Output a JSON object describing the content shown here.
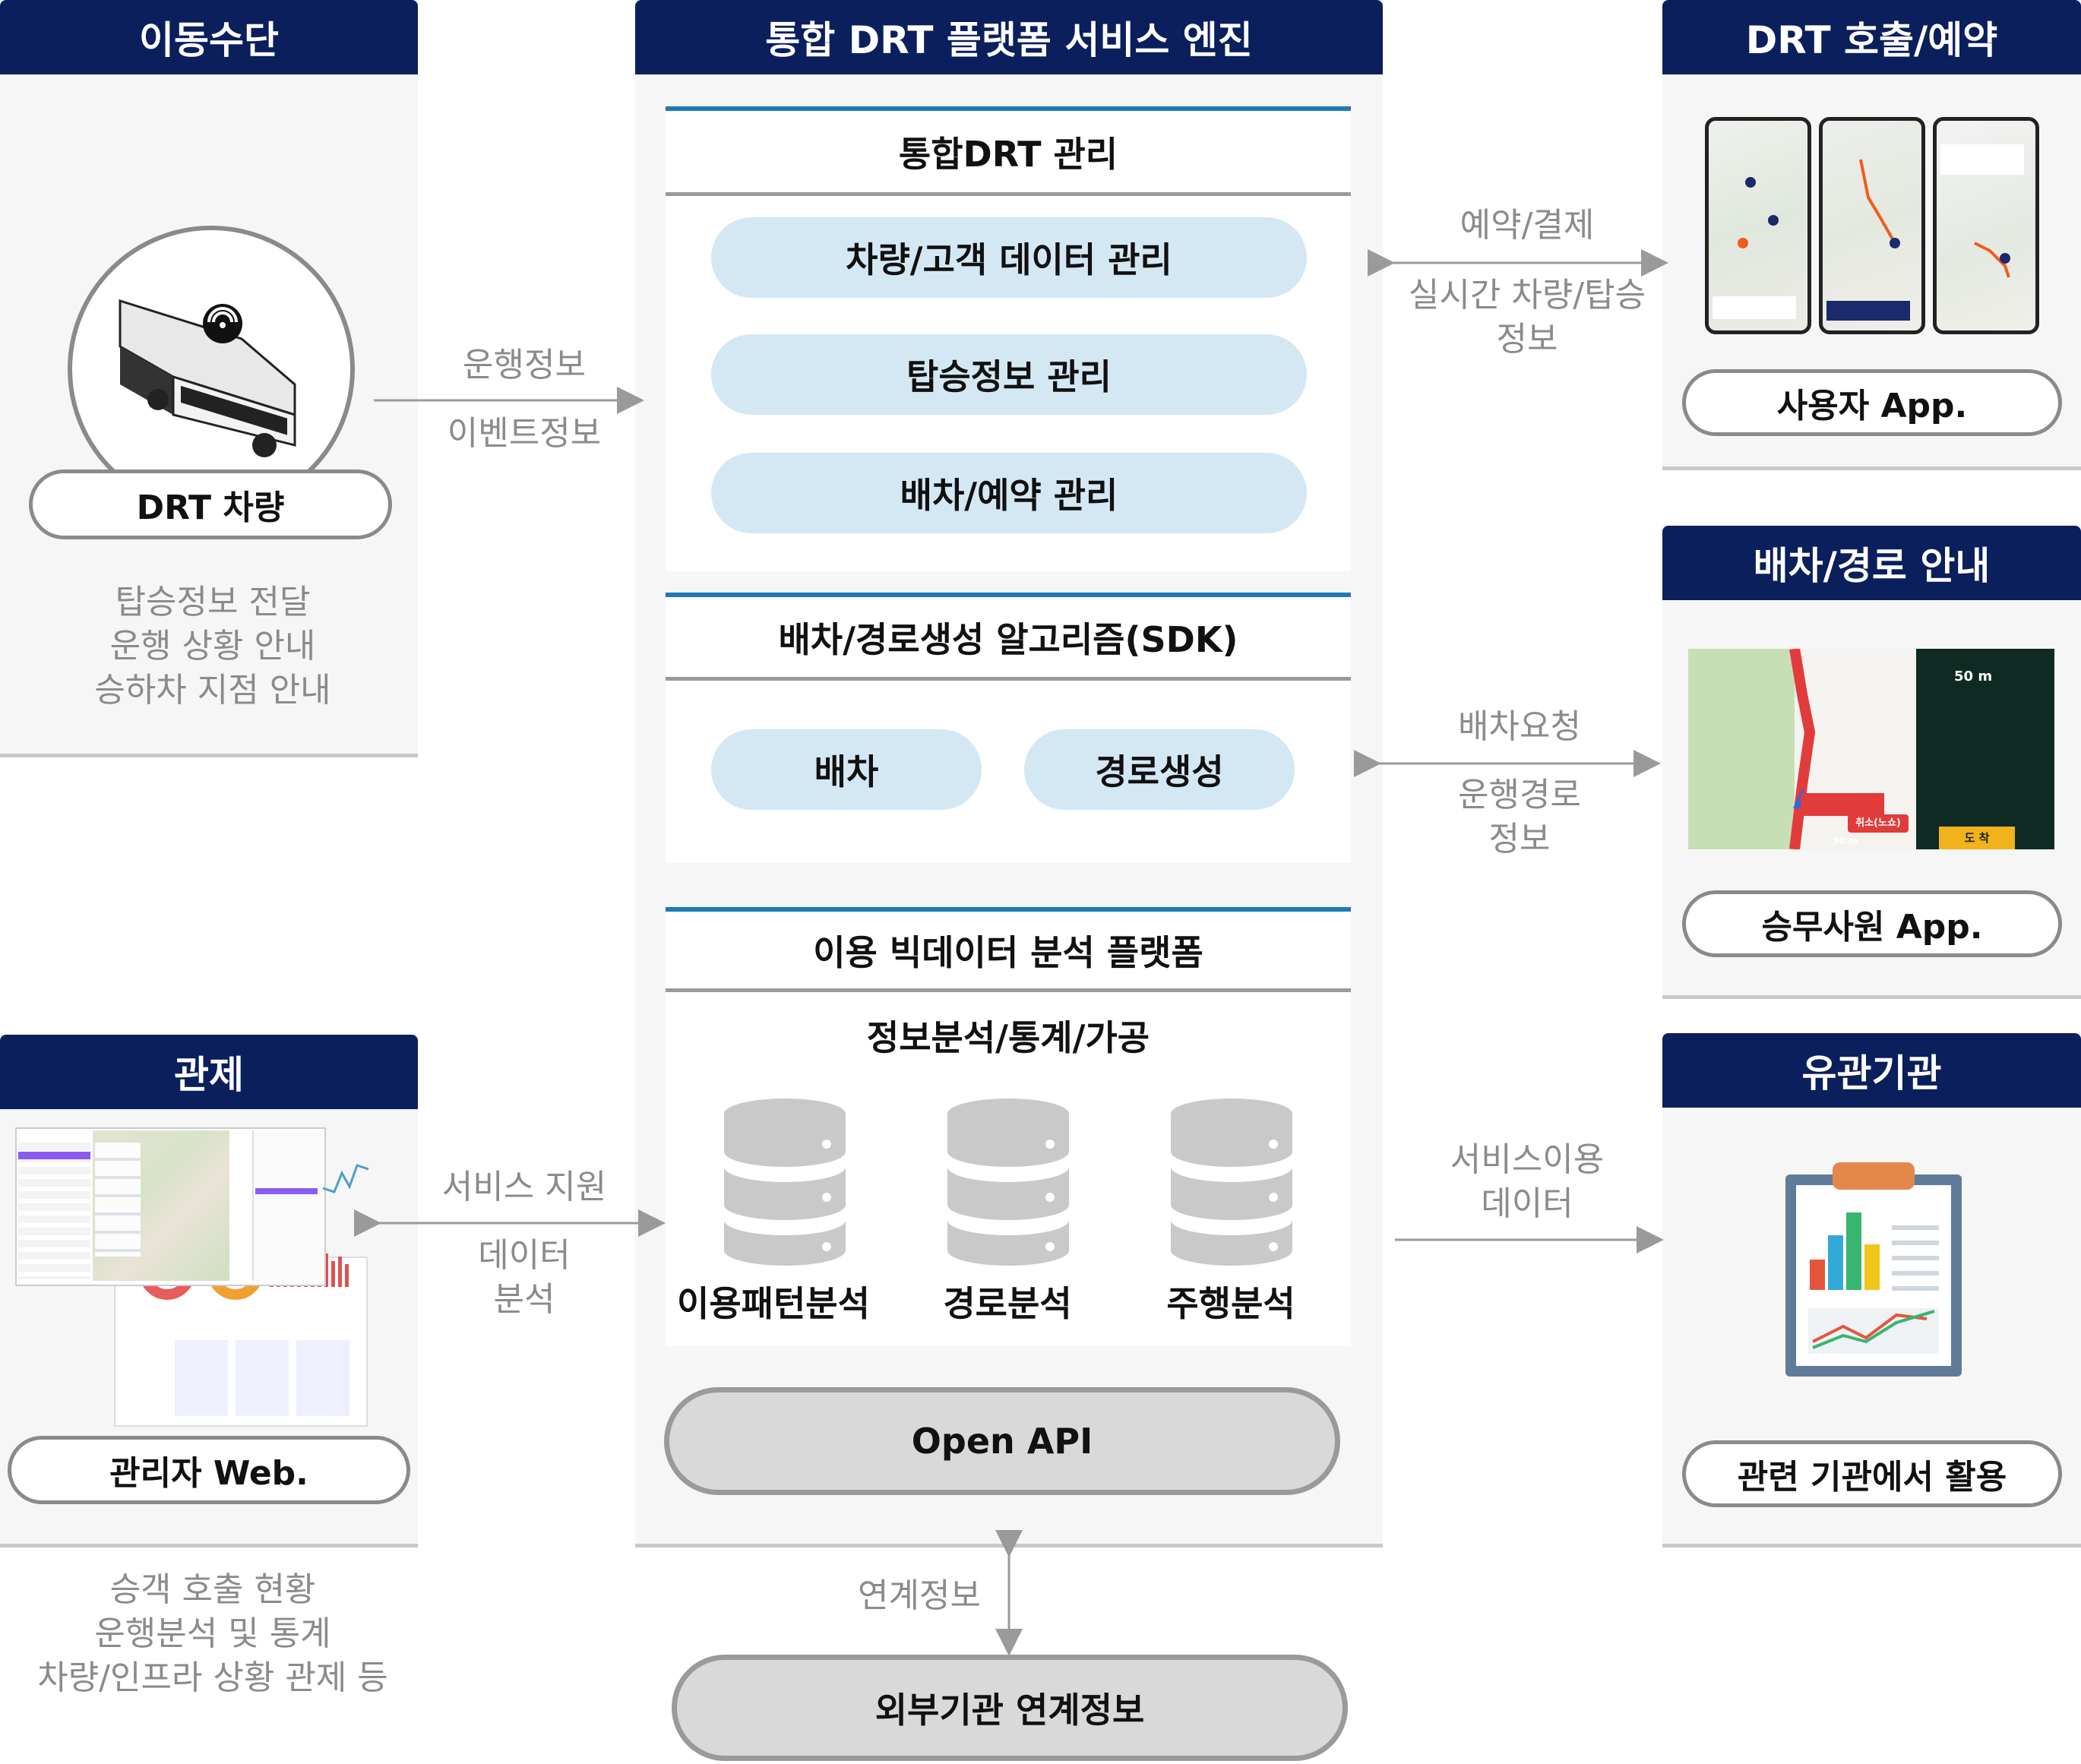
{
  "left_top": {
    "header": "이동수단",
    "vehicle_label": "DRT 차량",
    "desc": [
      "탑승정보 전달",
      "운행 상황 안내",
      "승하차 지점 안내"
    ]
  },
  "left_bottom": {
    "header": "관제",
    "web_label": "관리자 Web.",
    "desc": [
      "승객 호출 현황",
      "운행분석 및 통계",
      "차량/인프라 상황 관제 등"
    ]
  },
  "center": {
    "header": "통합 DRT 플랫폼 서비스 엔진",
    "mgmt": {
      "title": "통합DRT 관리",
      "items": [
        "차량/고객 데이터 관리",
        "탑승정보 관리",
        "배차/예약 관리"
      ]
    },
    "sdk": {
      "title": "배차/경로생성 알고리즘(SDK)",
      "items": [
        "배차",
        "경로생성"
      ]
    },
    "bigdata": {
      "title": "이용 빅데이터 분석 플랫폼",
      "subtitle": "정보분석/통계/가공",
      "items": [
        "이용패턴분석",
        "경로분석",
        "주행분석"
      ]
    },
    "open_api": "Open API",
    "external": "외부기관 연계정보"
  },
  "right": {
    "user": {
      "header": "DRT 호출/예약",
      "label": "사용자 App."
    },
    "driver": {
      "header": "배차/경로 안내",
      "label": "승무사원 App."
    },
    "agency": {
      "header": "유관기관",
      "label": "관련 기관에서 활용"
    }
  },
  "arrows": {
    "vehicle_to_engine": [
      "운행정보",
      "이벤트정보"
    ],
    "engine_user": [
      "예약/결제",
      "실시간 차량/탑승",
      "정보"
    ],
    "engine_driver": [
      "배차요청",
      "운행경로",
      "정보"
    ],
    "control_engine": [
      "서비스 지원",
      "데이터",
      "분석"
    ],
    "engine_agency": [
      "서비스이용",
      "데이터"
    ],
    "external": [
      "연계정보"
    ]
  },
  "driver_screen": {
    "distance_top": "50 m",
    "cancel_btn": "취소(노쇼)",
    "arrive_btn": "도 착",
    "distance_bottom": "50 m"
  },
  "colors": {
    "navy": "#0a1f5c",
    "blue_line": "#1f79b6",
    "pill_blue": "#d4e8f4",
    "panel_gray": "#f6f6f6"
  }
}
